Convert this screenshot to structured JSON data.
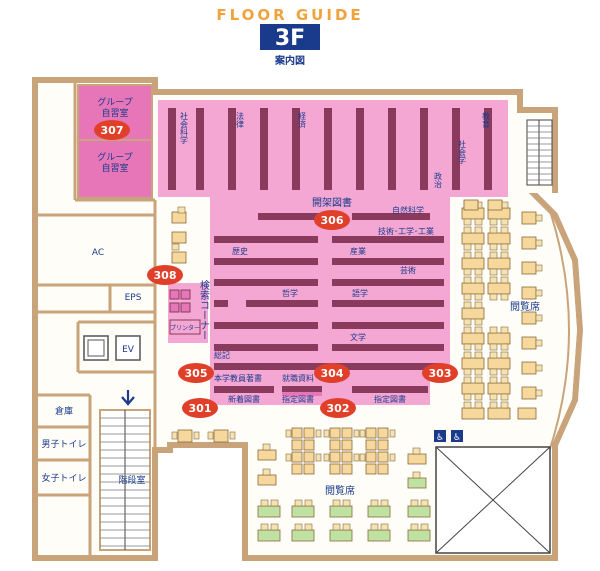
{
  "header": {
    "title": "FLOOR GUIDE",
    "floor": "3F",
    "subtitle": "案内図"
  },
  "colors": {
    "wall": "#c9a37a",
    "pink": "#f4a7d2",
    "dark_pink": "#e776b8",
    "shelf": "#8a3a5c",
    "badge": "#e0402a",
    "orange": "#f0a23c",
    "navy": "#1a3a8c",
    "table_orange": "#f6d79c",
    "table_green": "#bfe2a3",
    "chair": "#f3e3b3"
  },
  "rooms": {
    "group_study_1": {
      "line1": "グループ",
      "line2": "自習室"
    },
    "group_study_2": {
      "line1": "グループ",
      "line2": "自習室"
    },
    "ac": "AC",
    "eps": "EPS",
    "ev": "EV",
    "storage": "倉庫",
    "mens_toilet": "男子トイレ",
    "womens_toilet": "女子トイレ",
    "stairs_room": "階段室",
    "open_stacks": "開架図書",
    "reading_right": "閲覧席",
    "reading_bottom": "閲覧席",
    "search_corner": "検索コーナー",
    "printer": "プリンター"
  },
  "badges": {
    "b307": "307",
    "b306": "306",
    "b308": "308",
    "b305": "305",
    "b304": "304",
    "b303": "303",
    "b301": "301",
    "b302": "302"
  },
  "shelf_labels_top": [
    "社会科学",
    "法律",
    "経済",
    "社会学",
    "教育",
    "政治"
  ],
  "shelf_labels": {
    "natural_science": "自然科学",
    "technology": "技術･工学･工業",
    "history": "歴史",
    "industry": "産業",
    "arts": "芸術",
    "philosophy": "哲学",
    "language": "語学",
    "literature": "文学",
    "general": "総記",
    "faculty_books": "本学教員著書",
    "employment": "就職資料",
    "new_books": "新着図書",
    "designated_1": "指定図書",
    "designated_2": "指定図書"
  }
}
